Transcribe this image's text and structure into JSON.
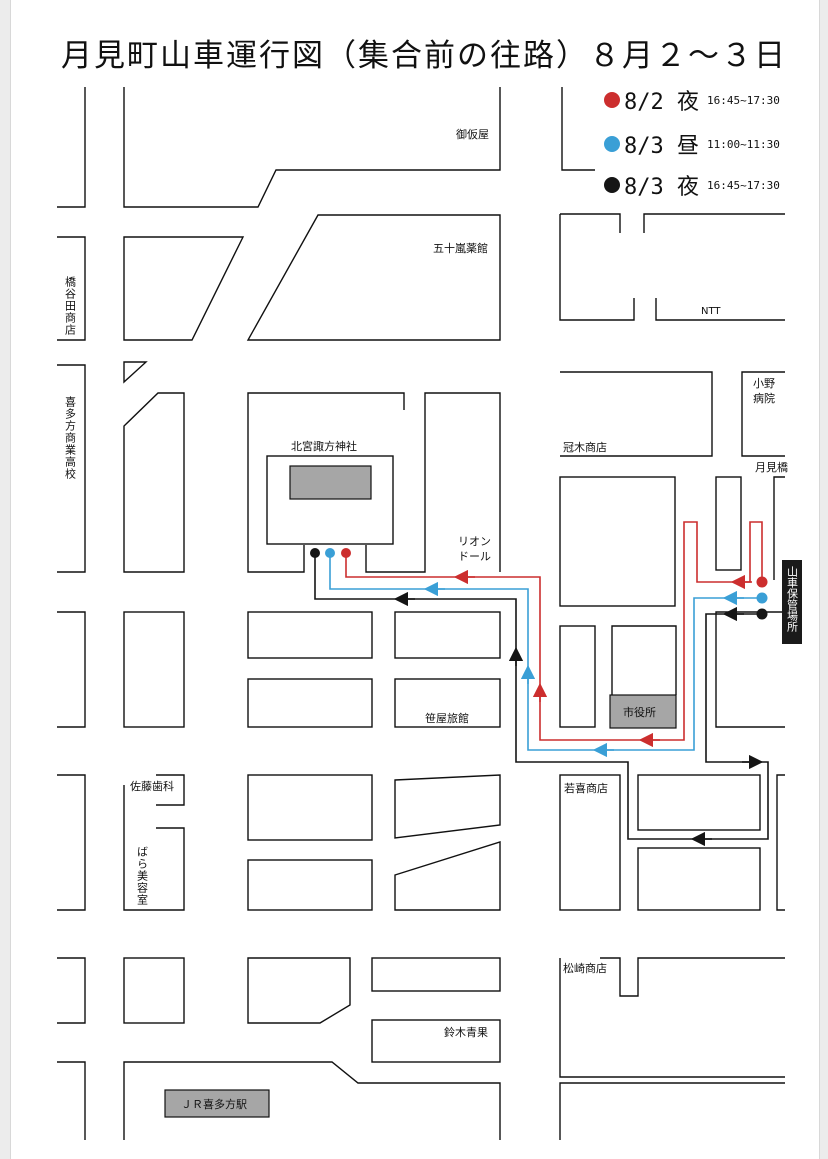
{
  "title": "月見町山車運行図（集合前の往路）８月２～３日",
  "legend": [
    {
      "label": "8/2 夜",
      "time": "16:45~17:30",
      "color": "#cc2e2e"
    },
    {
      "label": "8/3 昼",
      "time": "11:00~11:30",
      "color": "#3a9fd6"
    },
    {
      "label": "8/3 夜",
      "time": "16:45~17:30",
      "color": "#151515"
    }
  ],
  "labels": {
    "gofukuya": "御仮屋",
    "igarashi": "五十嵐薬館",
    "ntt": "NTT",
    "hashiya_v": "橋谷田商店",
    "kitakata_v": "喜多方商業高校",
    "kitamiya": "北宮諏方神社",
    "rion_1": "リオン",
    "rion_2": "ドール",
    "kanmuri": "冠木商店",
    "ono_1": "小野",
    "ono_2": "病院",
    "tsukimibashi": "月見橋",
    "dashi_v": "山車保管場所",
    "shiyakusho": "市役所",
    "sasaya": "笹屋旅館",
    "wakaki": "若喜商店",
    "sato": "佐藤歯科",
    "bara_v": "ばら美容室",
    "matsuzaki": "松崎商店",
    "suzuki": "鈴木青果",
    "jr": "ＪＲ喜多方駅"
  }
}
